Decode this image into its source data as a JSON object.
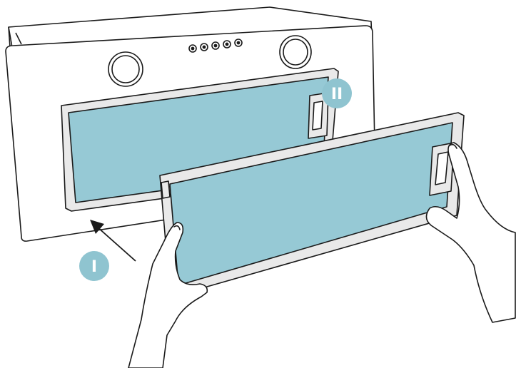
{
  "steps": [
    {
      "label": "I",
      "description_icon": "arrow-insert-icon"
    },
    {
      "label": "II",
      "description_icon": "latch-icon"
    }
  ],
  "colors": {
    "filter_fill": "#96c9d5",
    "badge_fill": "#8fc4d0",
    "badge_text": "#ffffff",
    "outline": "#1a1a1a",
    "frame_fill": "#e9e9e9",
    "body_fill": "#ffffff"
  },
  "hood": {
    "control_buttons": 5,
    "round_vents": 2
  }
}
